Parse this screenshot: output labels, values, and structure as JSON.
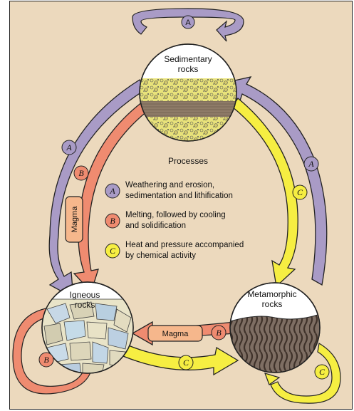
{
  "diagram": {
    "nodes": {
      "sedimentary": "Sedimentary rocks",
      "igneous": "Igneous rocks",
      "metamorphic": "Metamorphic rocks"
    },
    "legend": {
      "title": "Processes",
      "items": [
        {
          "letter": "A",
          "line1": "Weathering and erosion,",
          "line2": "sedimentation and lithification",
          "color": "#a99bc6"
        },
        {
          "letter": "B",
          "line1": "Melting, followed by cooling",
          "line2": "and solidification",
          "color": "#ef8b70"
        },
        {
          "letter": "C",
          "line1": "Heat and pressure accompanied",
          "line2": "by chemical activity",
          "color": "#f6ee42"
        }
      ]
    },
    "magma_label": "Magma",
    "process_letters": {
      "a": "A",
      "b": "B",
      "c": "C"
    },
    "colors": {
      "background": "#ecd9bd",
      "process_a": "#a99bc6",
      "process_b": "#ef8b70",
      "process_c": "#f6ee42",
      "magma_box": "#f6b78c"
    }
  }
}
